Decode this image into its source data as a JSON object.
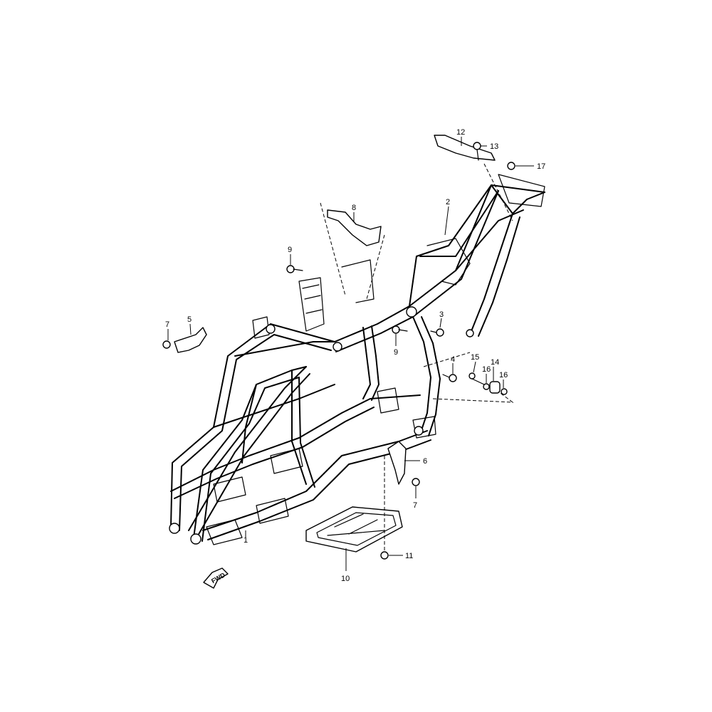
{
  "callouts": [
    {
      "id": "c1",
      "number": "1"
    },
    {
      "id": "c2",
      "number": "2"
    },
    {
      "id": "c3",
      "number": "3"
    },
    {
      "id": "c4",
      "number": "4"
    },
    {
      "id": "c5",
      "number": "5"
    },
    {
      "id": "c6",
      "number": "6"
    },
    {
      "id": "c7a",
      "number": "7"
    },
    {
      "id": "c7b",
      "number": "7"
    },
    {
      "id": "c8",
      "number": "8"
    },
    {
      "id": "c9a",
      "number": "9"
    },
    {
      "id": "c9b",
      "number": "9"
    },
    {
      "id": "c10",
      "number": "10"
    },
    {
      "id": "c11",
      "number": "11"
    },
    {
      "id": "c12",
      "number": "12"
    },
    {
      "id": "c13",
      "number": "13"
    },
    {
      "id": "c14",
      "number": "14"
    },
    {
      "id": "c15",
      "number": "15"
    },
    {
      "id": "c16a",
      "number": "16"
    },
    {
      "id": "c16b",
      "number": "16"
    },
    {
      "id": "c17",
      "number": "17"
    }
  ],
  "direction_indicator": {
    "label": "FWD",
    "icon": "arrow-left-down-icon"
  }
}
